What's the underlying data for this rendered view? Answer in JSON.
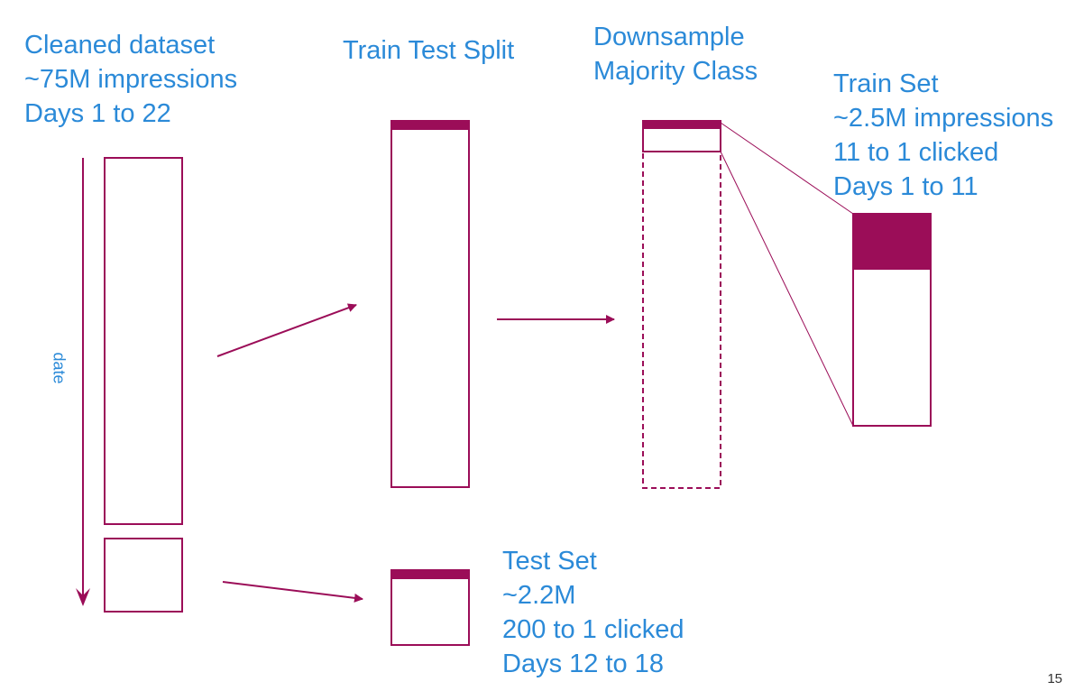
{
  "colors": {
    "accent": "#9b0d58",
    "text": "#2b8ad8",
    "page_number": "#333333"
  },
  "labels": {
    "cleaned": [
      "Cleaned dataset",
      "~75M impressions",
      "Days 1 to 22"
    ],
    "split": [
      "Train Test Split"
    ],
    "downsample": [
      "Downsample",
      "Majority Class"
    ],
    "train": [
      "Train Set",
      "~2.5M impressions",
      "11 to 1 clicked",
      "Days 1 to 11"
    ],
    "test": [
      "Test Set",
      "~2.2M",
      "200 to 1 clicked",
      "Days 12 to 18"
    ],
    "date_axis": "date",
    "page_number": "15"
  }
}
